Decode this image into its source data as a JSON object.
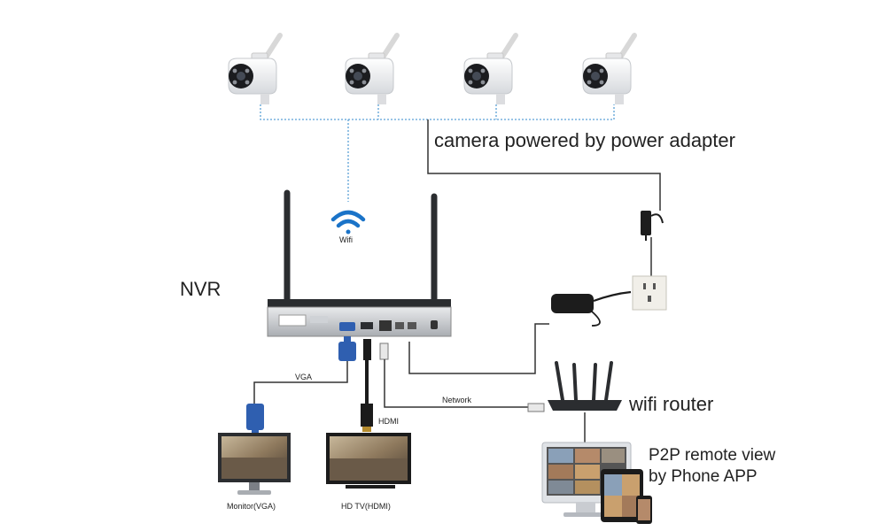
{
  "labels": {
    "camera_power": "camera powered by power adapter",
    "wifi": "Wifi",
    "nvr": "NVR",
    "vga": "VGA",
    "network": "Network",
    "hdmi": "HDMI",
    "router": "wifi router",
    "p2p_line1": "P2P remote view",
    "p2p_line2": "by Phone APP",
    "monitor": "Monitor(VGA)",
    "hdtv": "HD TV(HDMI)"
  },
  "colors": {
    "wifi_link": "#5aa0d6",
    "wifi_icon": "#1a73c8",
    "cable": "#333333",
    "vga_plug": "#2f5fb0",
    "nvr_body": "#2b2d30"
  },
  "icons": [
    "camera-icon",
    "wifi-icon",
    "power-adapter-icon",
    "wall-socket-icon",
    "nvr-icon",
    "router-icon",
    "monitor-icon",
    "tv-icon",
    "phone-icon",
    "tablet-icon"
  ]
}
